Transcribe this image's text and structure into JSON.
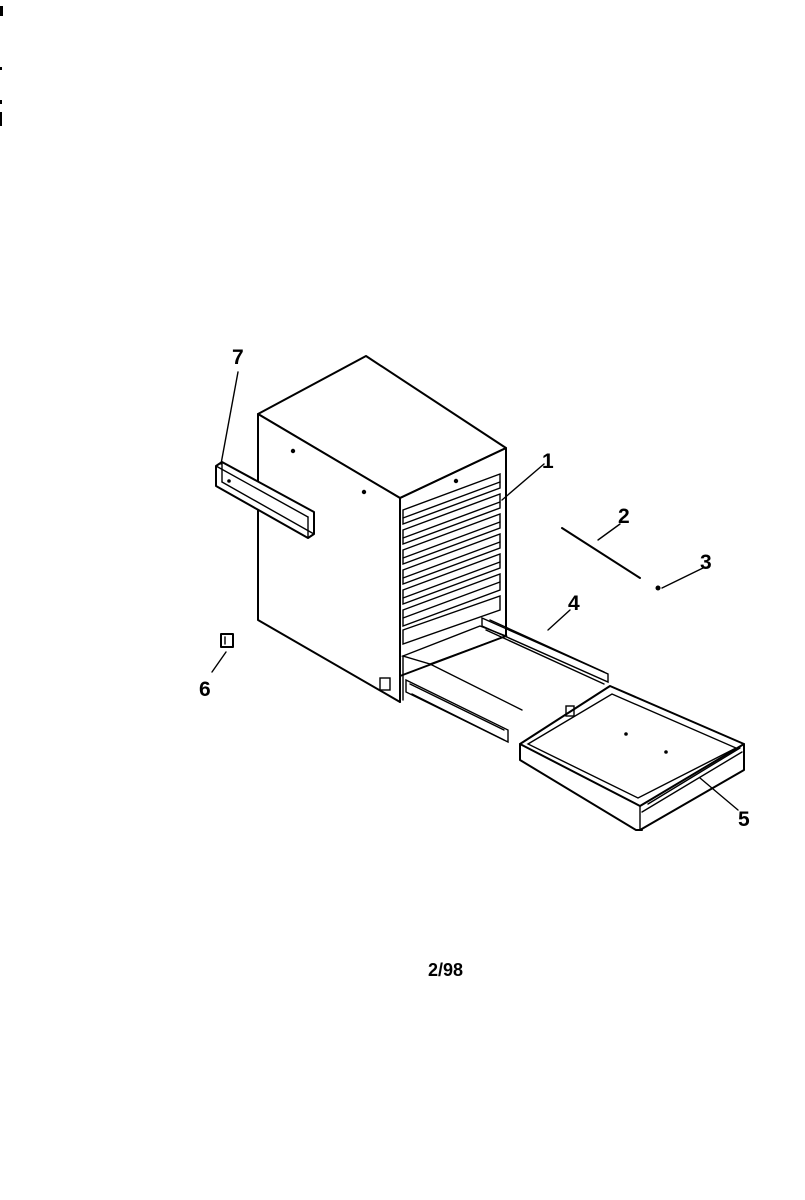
{
  "callouts": [
    {
      "id": "1",
      "text": "1"
    },
    {
      "id": "2",
      "text": "2"
    },
    {
      "id": "3",
      "text": "3"
    },
    {
      "id": "4",
      "text": "4"
    },
    {
      "id": "5",
      "text": "5"
    },
    {
      "id": "6",
      "text": "6"
    },
    {
      "id": "7",
      "text": "7"
    }
  ],
  "footer": {
    "code": "2/98"
  }
}
